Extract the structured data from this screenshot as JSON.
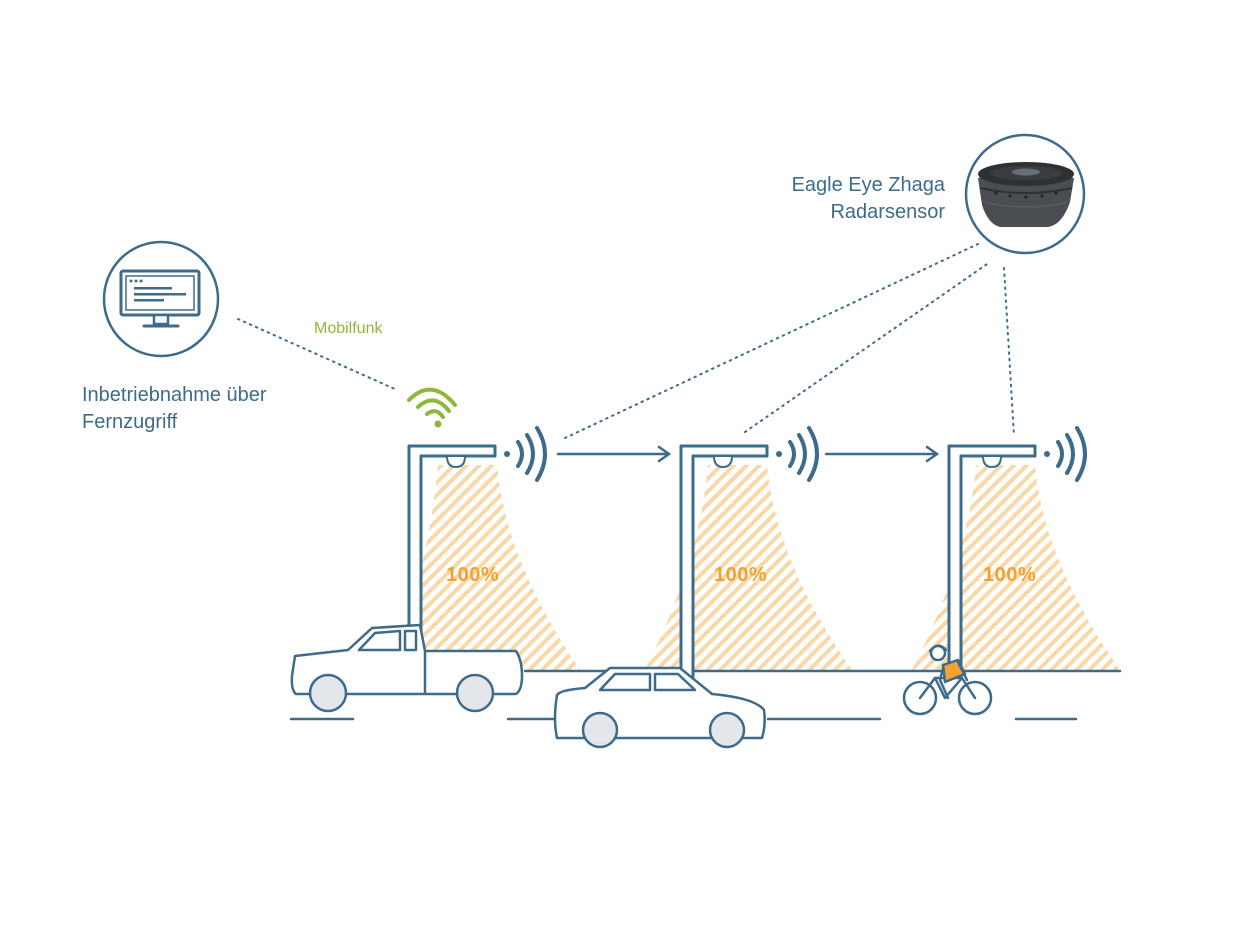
{
  "labels": {
    "remote_commissioning": [
      "Inbetriebnahme über",
      "Fernzugriff"
    ],
    "sensor": [
      "Eagle Eye Zhaga",
      "Radarsensor"
    ],
    "connection": "Mobilfunk"
  },
  "lamps": [
    {
      "brightness": "100%"
    },
    {
      "brightness": "100%"
    },
    {
      "brightness": "100%"
    }
  ],
  "icons": [
    "computer-monitor-icon",
    "radar-sensor-icon",
    "cellular-signal-icon",
    "radio-wave-icon",
    "street-lamp-icon",
    "pickup-truck-icon",
    "car-icon",
    "cyclist-icon"
  ],
  "colors": {
    "primary": "#3d6b8c",
    "accent_green": "#8db83a",
    "light_cone": "#f5c98a",
    "percentage": "#f2a232",
    "vehicle_fill": "#e3e7eb"
  }
}
